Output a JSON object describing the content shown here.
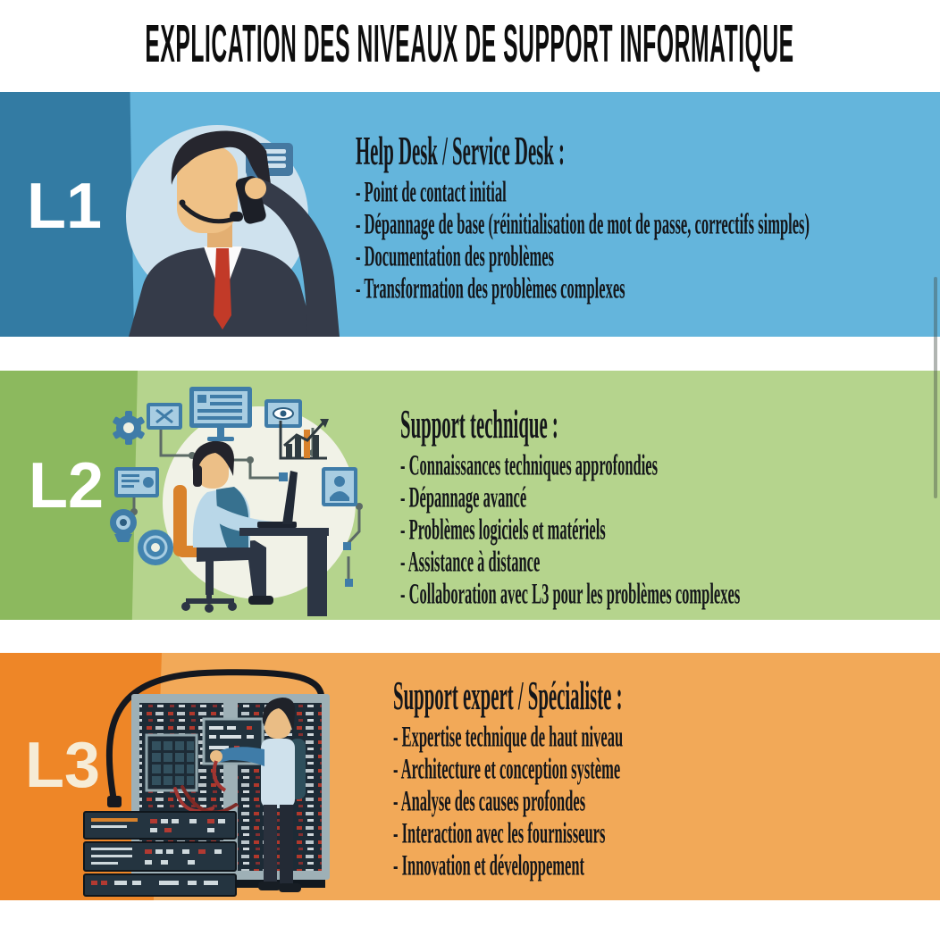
{
  "title": "EXPLICATION DES NIVEAUX DE SUPPORT INFORMATIQUE",
  "levels": [
    {
      "label": "L1",
      "heading": "Help Desk / Service Desk :",
      "items": [
        "- Point de contact initial",
        "- Dépannage de base (réinitialisation de mot de passe, correctifs simples)",
        "- Documentation des problèmes",
        "- Transformation des problèmes complexes"
      ],
      "illustration": "support-agent-on-phone",
      "icons": [
        "speech-bubble-icon",
        "phone-icon",
        "headset-mic-icon"
      ],
      "colors": {
        "band": "#64b5dc",
        "accent_panel": "#337ba3",
        "label": "#ffffff"
      }
    },
    {
      "label": "L2",
      "heading": "Support technique :",
      "items": [
        "- Connaissances techniques approfondies",
        "- Dépannage avancé",
        "- Problèmes logiciels et matériels",
        "- Assistance à distance",
        "- Collaboration avec L3 pour les problèmes complexes"
      ],
      "illustration": "technician-at-computer",
      "icons": [
        "monitor-icon",
        "x-monitor-icon",
        "gear-icon",
        "media-screen-icon",
        "webcam-icon",
        "disc-icon",
        "eye-monitor-icon",
        "bar-chart-icon",
        "user-screen-icon",
        "laptop-icon",
        "office-chair-icon",
        "network-nodes-icon"
      ],
      "colors": {
        "band": "#b5d48d",
        "accent_panel": "#8cb95e",
        "label": "#ffffff"
      }
    },
    {
      "label": "L3",
      "heading": "Support expert / Spécialiste :",
      "items": [
        "- Expertise technique de haut niveau",
        "- Architecture et conception système",
        "- Analyse des causes profondes",
        "- Interaction avec les fournisseurs",
        "- Innovation et développement"
      ],
      "illustration": "engineer-at-server-racks",
      "icons": [
        "server-rack-icon",
        "cable-icon",
        "keypad-panel-icon",
        "diagnostic-panel-icon"
      ],
      "colors": {
        "band": "#f2a958",
        "accent_panel": "#ee8627",
        "label": "#f6ecd6"
      }
    }
  ],
  "text_color": "#14161a",
  "title_color": "#0d0d0d",
  "background_color": "#ffffff"
}
